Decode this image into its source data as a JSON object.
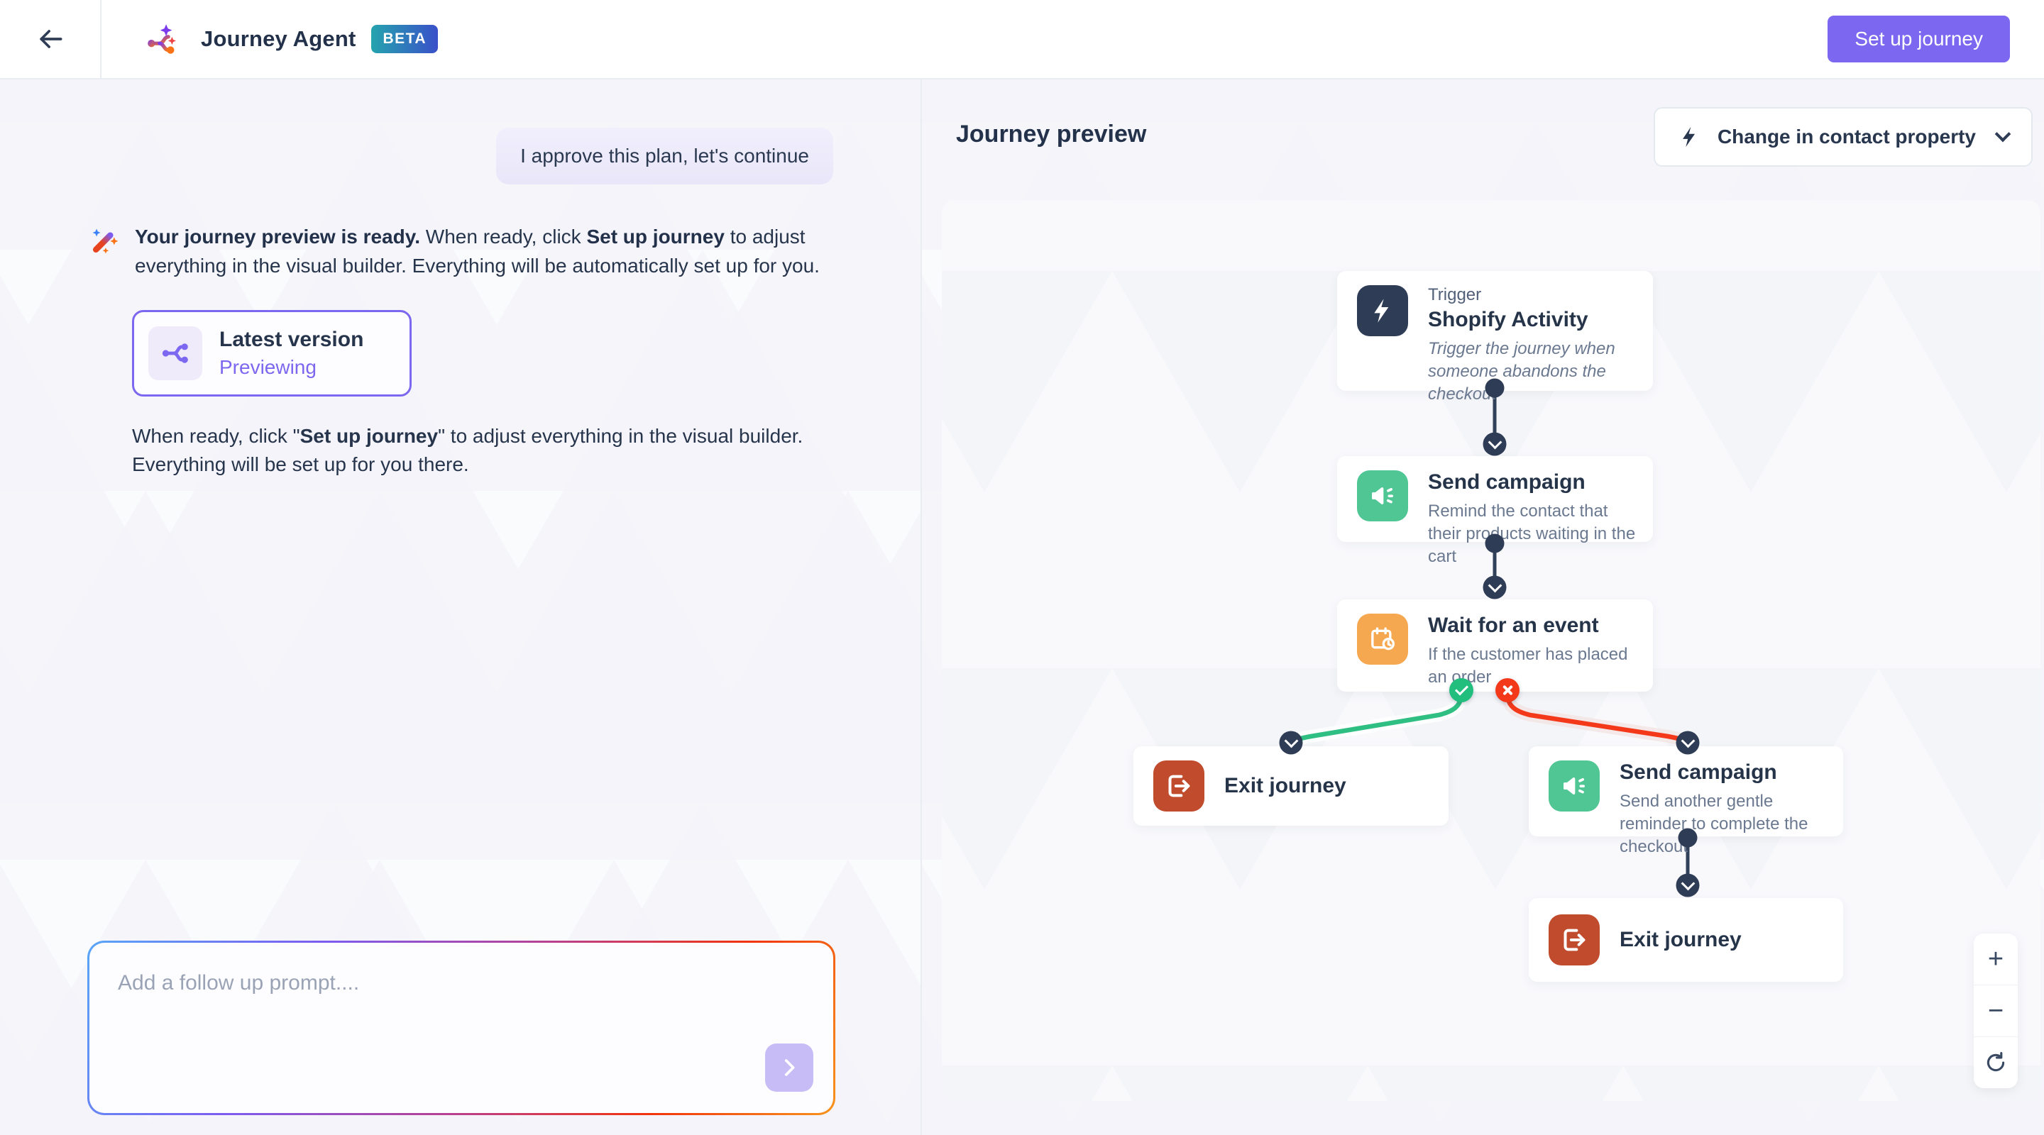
{
  "header": {
    "app_title": "Journey Agent",
    "beta_badge": "BETA",
    "setup_button": "Set up journey"
  },
  "chat": {
    "user_message": "I approve this plan, let's continue",
    "assistant": {
      "bold_lead": "Your journey preview is ready.",
      "mid": " When ready, click ",
      "bold_action": "Set up journey",
      "tail": " to adjust everything in the visual builder. Everything will be automatically set up for you."
    },
    "version_card": {
      "title": "Latest version",
      "status": "Previewing"
    },
    "followup": {
      "pre": "When ready, click \"",
      "bold": "Set up journey",
      "post": "\" to adjust everything in the visual builder. Everything will be set up for you there."
    },
    "prompt_placeholder": "Add a follow up prompt....",
    "send_icon": "chevron-right"
  },
  "preview": {
    "title": "Journey preview",
    "trigger_dropdown": "Change in contact property",
    "nodes": [
      {
        "kind": "Trigger",
        "title": "Shopify Activity",
        "description": "Trigger the journey when someone abandons the checkout"
      },
      {
        "title": "Send campaign",
        "description": "Remind the contact that their products waiting in the cart"
      },
      {
        "title": "Wait for an event",
        "description": "If the customer has placed an order"
      },
      {
        "title": "Exit journey"
      },
      {
        "title": "Send campaign",
        "description": "Send another gentle reminder to complete the checkout"
      },
      {
        "title": "Exit journey"
      }
    ],
    "zoom_controls": {
      "zoom_in": "+",
      "zoom_out": "−",
      "reset_icon": "refresh"
    }
  },
  "colors": {
    "accent_purple": "#7C68F0",
    "node_navy": "#2E3C55",
    "node_green": "#4FC693",
    "node_orange": "#F6A851",
    "node_red": "#C04B2D",
    "branch_yes": "#22BE7D",
    "branch_no": "#F4391A"
  }
}
